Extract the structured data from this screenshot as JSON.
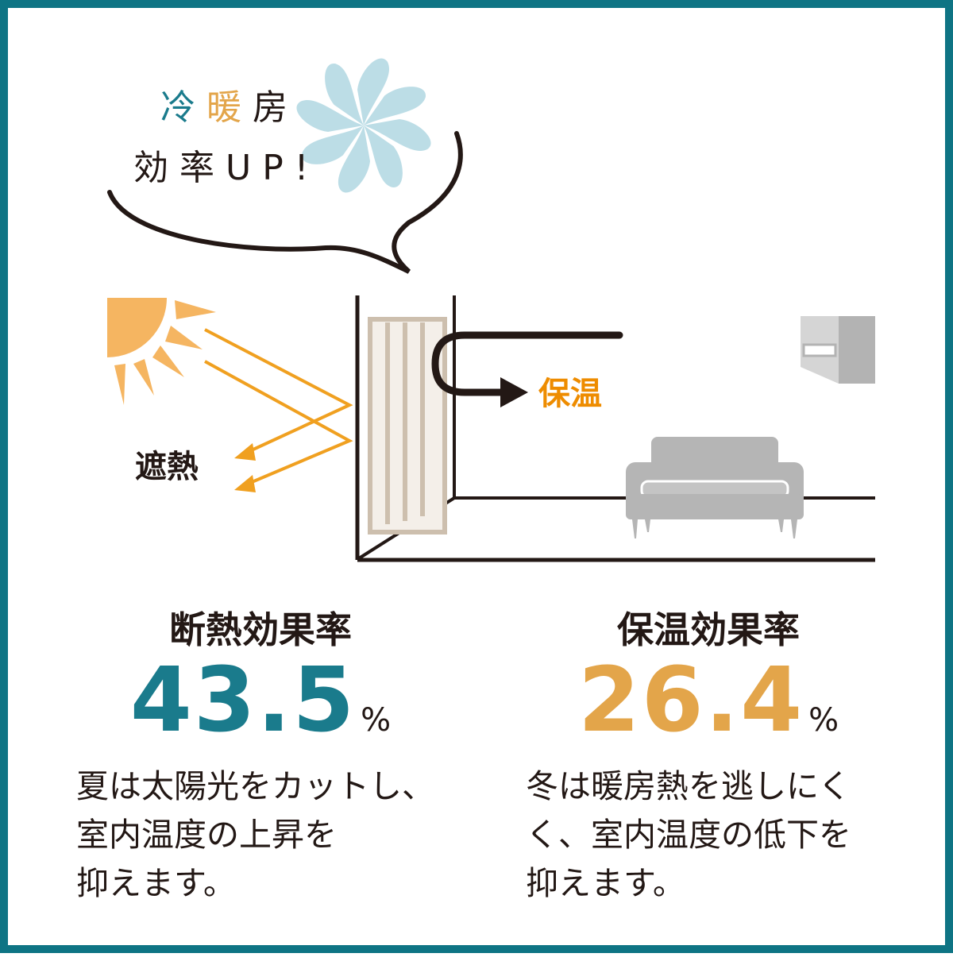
{
  "bubble": {
    "line1": [
      "冷",
      "暖",
      "房"
    ],
    "line1_colors": [
      "#1a7b8c",
      "#e3a54a",
      "#231815"
    ],
    "line2": "効率UP!"
  },
  "diagram": {
    "shield_label": "遮熱",
    "warm_label": "保温"
  },
  "stats": [
    {
      "title": "断熱効果率",
      "value": "43.5",
      "unit": "%",
      "description": "夏は太陽光をカットし、\n室内温度の上昇を\n抑えます。"
    },
    {
      "title": "保温効果率",
      "value": "26.4",
      "unit": "%",
      "description": "冬は暖房熱を逃しにく\nく、室内温度の低下を\n抑えます。"
    }
  ],
  "colors": {
    "border": "#0e7484",
    "teal": "#1a7b8c",
    "orange": "#e3a54a",
    "arrow_orange": "#f0a020",
    "dark": "#231815",
    "gray": "#b5b5b5"
  }
}
